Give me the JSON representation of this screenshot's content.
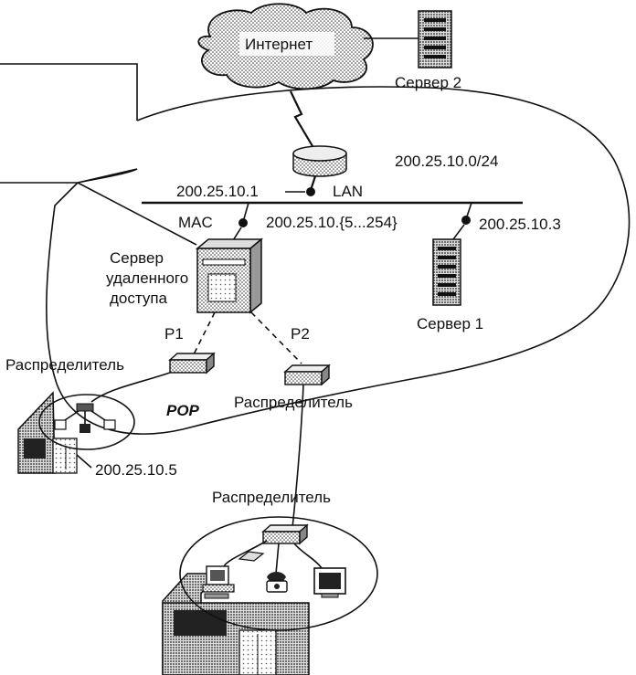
{
  "cloud": {
    "label": "Интернет"
  },
  "servers": {
    "server2": "Сервер 2",
    "server1": "Сервер 1"
  },
  "network": {
    "subnet": "200.25.10.0/24",
    "gateway_ip": "200.25.10.1",
    "lan": "LAN",
    "mac": "MAC",
    "range": "200.25.10.{5...254}",
    "server1_ip": "200.25.10.3"
  },
  "ras": {
    "line1": "Сервер",
    "line2": "удаленного",
    "line3": "доступа"
  },
  "ports": {
    "p1": "P1",
    "p2": "P2"
  },
  "hubs": {
    "left": "Распределитель",
    "middle": "Распределитель",
    "bottom": "Распределитель"
  },
  "pop": "POP",
  "client_ip": "200.25.10.5"
}
